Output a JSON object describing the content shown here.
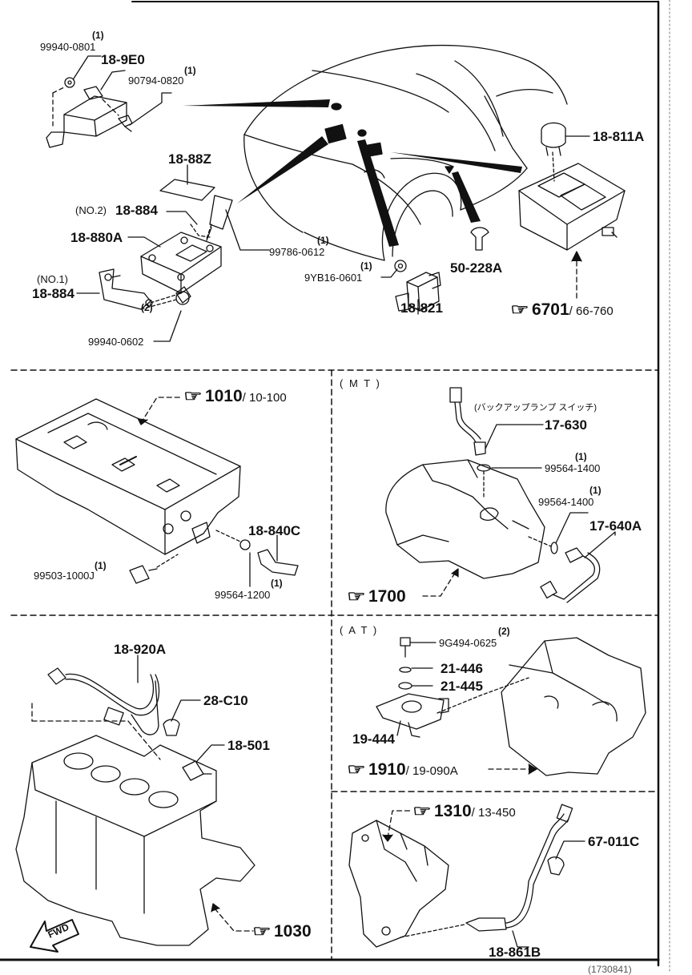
{
  "labels": {
    "top": {
      "p1": {
        "qty": "(1)",
        "num": "99940-0801"
      },
      "p2": {
        "num": "18-9E0"
      },
      "p3": {
        "qty": "(1)",
        "num": "90794-0820"
      },
      "p4": {
        "num": "18-88Z"
      },
      "p5": {
        "pre": "(NO.2)",
        "num": "18-884"
      },
      "p6": {
        "num": "18-880A"
      },
      "p7": {
        "qty": "(1)",
        "num": "99786-0612"
      },
      "p8": {
        "pre": "(NO.1)",
        "num": "18-884"
      },
      "p9": {
        "qty": "(2)",
        "num": "99940-0602"
      },
      "p10": {
        "qty": "(1)",
        "num": "9YB16-0601"
      },
      "p11": {
        "num": "18-821"
      },
      "p12": {
        "num": "50-228A"
      },
      "p13": {
        "num": "18-811A"
      },
      "ref6701": {
        "num": "6701",
        "sub": "/ 66-760"
      }
    },
    "engine": {
      "ref1010": {
        "num": "1010",
        "sub": "/ 10-100"
      },
      "p1": {
        "num": "18-840C"
      },
      "p2": {
        "qty": "(1)",
        "num": "99503-1000J"
      },
      "p3": {
        "qty": "(1)",
        "num": "99564-1200"
      }
    },
    "mt": {
      "title": "( M T )",
      "jp": "(バックアップランプ スイッチ)",
      "p1": {
        "num": "17-630"
      },
      "p2": {
        "qty": "(1)",
        "num": "99564-1400"
      },
      "p3": {
        "qty": "(1)",
        "num": "99564-1400"
      },
      "p4": {
        "num": "17-640A"
      },
      "ref1700": {
        "num": "1700"
      }
    },
    "block": {
      "p1": {
        "num": "18-920A"
      },
      "p2": {
        "num": "28-C10"
      },
      "p3": {
        "num": "18-501"
      },
      "fwd": "FWD",
      "ref1030": {
        "num": "1030"
      }
    },
    "at": {
      "title": "( A T )",
      "p1": {
        "qty": "(2)",
        "num": "9G494-0625"
      },
      "p2": {
        "num": "21-446"
      },
      "p3": {
        "num": "21-445"
      },
      "p4": {
        "num": "19-444"
      },
      "ref1910": {
        "num": "1910",
        "sub": "/ 19-090A"
      }
    },
    "exhaust": {
      "ref1310": {
        "num": "1310",
        "sub": "/ 13-450"
      },
      "p1": {
        "num": "67-011C"
      },
      "p2": {
        "num": "18-861B"
      }
    },
    "footer": {
      "code": "(1730841)"
    }
  },
  "icons": {
    "hand": "pointing-hand-icon",
    "fwd": "fwd-arrow-icon"
  }
}
